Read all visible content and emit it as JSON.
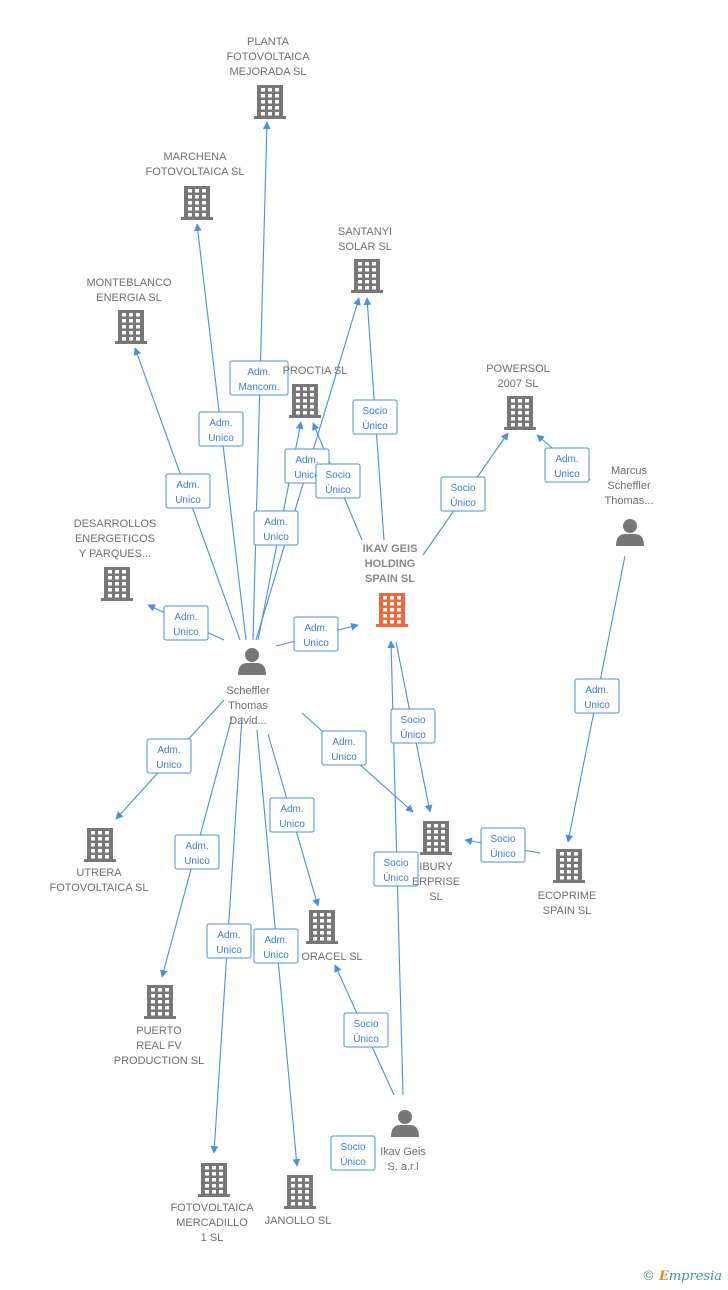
{
  "colors": {
    "edge": "#4a8fe0",
    "node": "#777777",
    "main": "#ef6a3a"
  },
  "nodes": [
    {
      "id": "planta",
      "type": "company",
      "lines": [
        "PLANTA",
        "FOTOVOLTAICA",
        "MEJORADA SL"
      ]
    },
    {
      "id": "marchena",
      "type": "company",
      "lines": [
        "MARCHENA",
        "FOTOVOLTAICA SL"
      ]
    },
    {
      "id": "santanyi",
      "type": "company",
      "lines": [
        "SANTANYI",
        "SOLAR  SL"
      ]
    },
    {
      "id": "monteblanco",
      "type": "company",
      "lines": [
        "MONTEBLANCO",
        "ENERGIA SL"
      ]
    },
    {
      "id": "proctia",
      "type": "company",
      "lines": [
        "PROCTIA SL"
      ]
    },
    {
      "id": "powersol",
      "type": "company",
      "lines": [
        "POWERSOL",
        "2007 SL"
      ]
    },
    {
      "id": "marcus",
      "type": "person",
      "lines": [
        "Marcus",
        "Scheffler",
        "Thomas..."
      ]
    },
    {
      "id": "desarrollos",
      "type": "company",
      "lines": [
        "DESARROLLOS",
        "ENERGETICOS",
        "Y PARQUES..."
      ]
    },
    {
      "id": "ikav",
      "type": "main",
      "lines": [
        "IKAV GEIS",
        "HOLDING",
        "SPAIN  SL"
      ]
    },
    {
      "id": "scheffler",
      "type": "person",
      "lines": [
        "Scheffler",
        "Thomas",
        "David..."
      ]
    },
    {
      "id": "ibury",
      "type": "company",
      "lines": [
        "IBURY",
        "ERPRISE",
        "SL"
      ]
    },
    {
      "id": "ecoprime",
      "type": "company",
      "lines": [
        "ECOPRIME",
        "SPAIN  SL"
      ]
    },
    {
      "id": "utrera",
      "type": "company",
      "lines": [
        "UTRERA",
        "FOTOVOLTAICA SL"
      ]
    },
    {
      "id": "oracel",
      "type": "company",
      "lines": [
        "ORACEL SL"
      ]
    },
    {
      "id": "puerto",
      "type": "company",
      "lines": [
        "PUERTO",
        "REAL FV",
        "PRODUCTION SL"
      ]
    },
    {
      "id": "ikavsarl",
      "type": "person",
      "lines": [
        "Ikav Geis",
        "S. a.r.l"
      ]
    },
    {
      "id": "mercadillo",
      "type": "company",
      "lines": [
        "FOTOVOLTAICA",
        "MERCADILLO",
        "1 SL"
      ]
    },
    {
      "id": "janollo",
      "type": "company",
      "lines": [
        "JANOLLO SL"
      ]
    }
  ],
  "edges": [
    {
      "from": "scheffler",
      "to": "planta",
      "lines": [
        "Adm.",
        "Mancom."
      ]
    },
    {
      "from": "scheffler",
      "to": "marchena",
      "lines": [
        "Adm.",
        "Unico"
      ]
    },
    {
      "from": "scheffler",
      "to": "monteblanco",
      "lines": [
        "Adm.",
        "Unico"
      ]
    },
    {
      "from": "scheffler",
      "to": "santanyi",
      "lines": [
        "Adm.",
        "Unico"
      ]
    },
    {
      "from": "scheffler",
      "to": "proctia",
      "lines": [
        "Adm.",
        "Unico"
      ]
    },
    {
      "from": "ikav",
      "to": "proctia",
      "lines": [
        "Socio",
        "Único"
      ]
    },
    {
      "from": "ikav",
      "to": "santanyi",
      "lines": [
        "Socio",
        "Único"
      ]
    },
    {
      "from": "ikav",
      "to": "powersol",
      "lines": [
        "Socio",
        "Único"
      ]
    },
    {
      "from": "marcus",
      "to": "powersol",
      "lines": [
        "Adm.",
        "Unico"
      ]
    },
    {
      "from": "scheffler",
      "to": "desarrollos",
      "lines": [
        "Adm.",
        "Unico"
      ]
    },
    {
      "from": "scheffler",
      "to": "ikav",
      "lines": [
        "Adm.",
        "Unico"
      ]
    },
    {
      "from": "ikav",
      "to": "ibury",
      "lines": [
        "Socio",
        "Único"
      ]
    },
    {
      "from": "scheffler",
      "to": "ibury",
      "lines": [
        "Adm.",
        "Unico"
      ]
    },
    {
      "from": "ecoprime",
      "to": "ibury",
      "lines": [
        "Socio",
        "Único"
      ]
    },
    {
      "from": "marcus",
      "to": "ecoprime",
      "lines": [
        "Adm.",
        "Unico"
      ]
    },
    {
      "from": "scheffler",
      "to": "utrera",
      "lines": [
        "Adm.",
        "Unico"
      ]
    },
    {
      "from": "scheffler",
      "to": "puerto",
      "lines": [
        "Adm.",
        "Unico"
      ]
    },
    {
      "from": "scheffler",
      "to": "oracel",
      "lines": [
        "Adm.",
        "Unico"
      ]
    },
    {
      "from": "scheffler",
      "to": "mercadillo",
      "lines": [
        "Adm.",
        "Unico"
      ]
    },
    {
      "from": "scheffler",
      "to": "janollo",
      "lines": [
        "Adm.",
        "Unico"
      ]
    },
    {
      "from": "ikavsarl",
      "to": "oracel",
      "lines": [
        "Socio",
        "Único"
      ]
    },
    {
      "from": "ikavsarl",
      "to": "ikav",
      "lines": [
        "Socio",
        "Único"
      ]
    },
    {
      "from": "ikavsarl",
      "to": "janollo",
      "lines": [
        "Socio",
        "Único"
      ]
    }
  ],
  "watermark": {
    "copyright": "©",
    "brand_initial": "E",
    "brand_rest": "mpresia"
  }
}
